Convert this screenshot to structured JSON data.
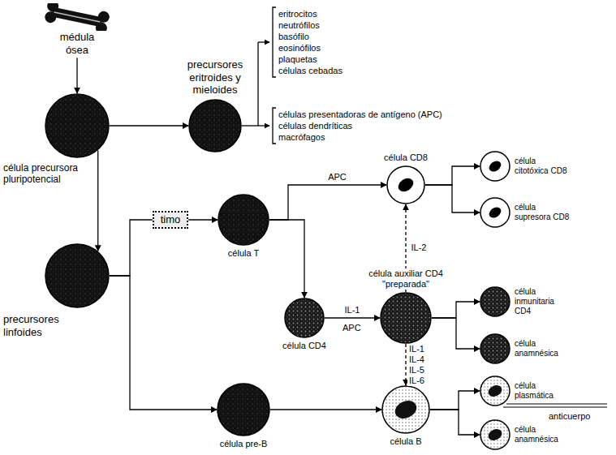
{
  "diagram": {
    "nodes": [
      {
        "text": [
          "médula ósea"
        ]
      },
      {
        "text": [
          "célula precursora pluripotencial"
        ]
      },
      {
        "text": [
          "precursores eritroides y mieloides"
        ]
      },
      {
        "text": [
          "precursores linfoides"
        ]
      },
      {
        "text": [
          "timo"
        ]
      },
      {
        "text": [
          "célula T"
        ]
      },
      {
        "text": [
          "célula CD8"
        ]
      },
      {
        "text": [
          "célula citotóxica CD8"
        ]
      },
      {
        "text": [
          "célula supresora CD8"
        ]
      },
      {
        "text": [
          "célula CD4"
        ]
      },
      {
        "text": [
          "célula auxiliar CD4 \"preparada\""
        ]
      },
      {
        "text": [
          "célula inmunitaria CD4"
        ]
      },
      {
        "text": [
          "célula anamnésica"
        ]
      },
      {
        "text": [
          "célula pre-B"
        ]
      },
      {
        "text": [
          "célula B"
        ]
      },
      {
        "text": [
          "célula plasmática"
        ]
      },
      {
        "text": [
          "célula anamnésica"
        ]
      }
    ],
    "edges": [
      {
        "from": 0,
        "to": 1,
        "arrow": "to"
      },
      {
        "from": 1,
        "to": 2,
        "arrow": "to"
      },
      {
        "from": 1,
        "to": 3,
        "arrow": "to"
      },
      {
        "from": 3,
        "to": 4,
        "arrow": "none"
      },
      {
        "from": 4,
        "to": 5,
        "arrow": "to"
      },
      {
        "from": 3,
        "to": 13,
        "arrow": "to"
      },
      {
        "from": 5,
        "to": 6,
        "label": "APC",
        "arrow": "to"
      },
      {
        "from": 5,
        "to": 9,
        "arrow": "to"
      },
      {
        "from": 9,
        "to": 10,
        "label": "IL-1",
        "arrow": "to"
      },
      {
        "from": 10,
        "to": 6,
        "label": "IL-2",
        "arrow": "to"
      },
      {
        "from": 6,
        "to": 7,
        "arrow": "to"
      },
      {
        "from": 6,
        "to": 8,
        "arrow": "to"
      },
      {
        "from": 10,
        "to": 11,
        "arrow": "to"
      },
      {
        "from": 10,
        "to": 12,
        "arrow": "to"
      },
      {
        "from": 10,
        "to": 14,
        "label": "IL-1 IL-4 IL-5 IL-6",
        "arrow": "to"
      },
      {
        "from": 13,
        "to": 14,
        "arrow": "to"
      },
      {
        "from": 14,
        "to": 15,
        "arrow": "to"
      },
      {
        "from": 14,
        "to": 16,
        "arrow": "to"
      }
    ],
    "labels": [
      "eritrocitos",
      "neutrófilos",
      "basófilo",
      "eosinófilos",
      "plaquetas",
      "células cebadas",
      "células presentadoras de antígeno (APC)",
      "células dendríticas",
      "macrófagos",
      "APC",
      "anticuerpo"
    ]
  }
}
